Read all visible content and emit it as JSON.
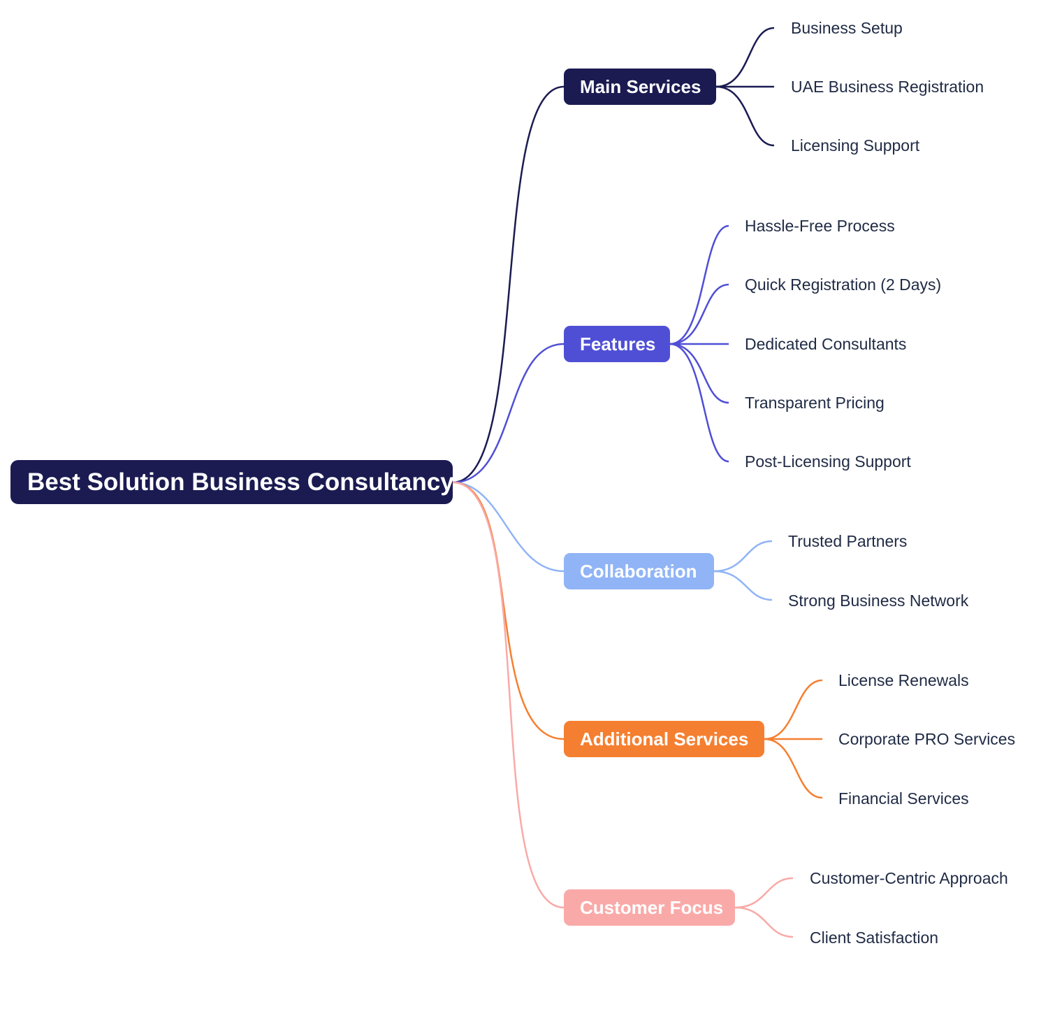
{
  "root": {
    "label": "Best Solution Business Consultancy",
    "color": "#1b1b52"
  },
  "branches": [
    {
      "label": "Main Services",
      "color": "#1b1b52",
      "children": [
        "Business Setup",
        "UAE Business Registration",
        "Licensing Support"
      ]
    },
    {
      "label": "Features",
      "color": "#4f4fd6",
      "children": [
        "Hassle-Free Process",
        "Quick Registration (2 Days)",
        "Dedicated Consultants",
        "Transparent Pricing",
        "Post-Licensing Support"
      ]
    },
    {
      "label": "Collaboration",
      "color": "#90b4f5",
      "children": [
        "Trusted Partners",
        "Strong Business Network"
      ]
    },
    {
      "label": "Additional Services",
      "color": "#f57f30",
      "children": [
        "License Renewals",
        "Corporate PRO Services",
        "Financial Services"
      ]
    },
    {
      "label": "Customer Focus",
      "color": "#f9aaa8",
      "children": [
        "Customer-Centric Approach",
        "Client Satisfaction"
      ]
    }
  ]
}
